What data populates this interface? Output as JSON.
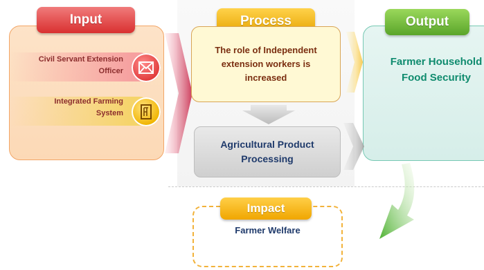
{
  "input": {
    "title": "Input",
    "items": [
      {
        "label_line1": "Civil Servant Extension",
        "label_line2": "Officer",
        "icon": "envelope-icon"
      },
      {
        "label_line1": "Integrated Farming",
        "label_line2": "System",
        "icon": "document-icon"
      }
    ]
  },
  "process": {
    "title": "Process",
    "step1_line1": "The role of Independent",
    "step1_line2": "extension workers is",
    "step1_line3": "increased",
    "step2_line1": "Agricultural Product",
    "step2_line2": "Processing"
  },
  "output": {
    "title": "Output",
    "line1": "Farmer Household",
    "line2": "Food Security"
  },
  "impact": {
    "title": "Impact",
    "text": "Farmer Welfare"
  },
  "colors": {
    "input_accent": "#d93030",
    "process_accent": "#e6a300",
    "output_accent": "#5aa52a",
    "impact_accent": "#f0a600"
  }
}
